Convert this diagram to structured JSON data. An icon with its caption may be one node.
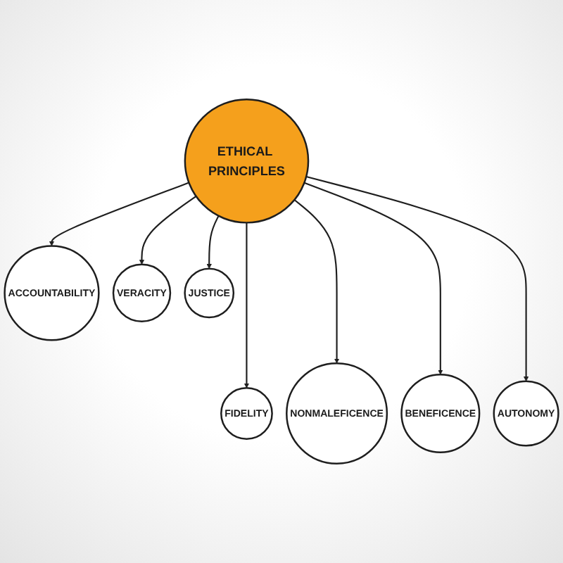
{
  "diagram": {
    "nodes": [
      {
        "text": [
          "ACCOUNTABILITY"
        ]
      },
      {
        "text": [
          "VERACITY"
        ]
      },
      {
        "text": [
          "JUSTICE"
        ]
      },
      {
        "text": [
          "ETHICAL PRINCIPLES"
        ]
      },
      {
        "text": [
          "FIDELITY"
        ]
      },
      {
        "text": [
          "NONMALEFICENCE"
        ]
      },
      {
        "text": [
          "BENEFICENCE"
        ]
      },
      {
        "text": [
          "AUTONOMY"
        ]
      }
    ],
    "edges": [
      {
        "from": 3,
        "to": 0,
        "arrow": "to"
      },
      {
        "from": 3,
        "to": 1,
        "arrow": "to"
      },
      {
        "from": 3,
        "to": 2,
        "arrow": "to"
      },
      {
        "from": 3,
        "to": 4,
        "arrow": "to"
      },
      {
        "from": 3,
        "to": 5,
        "arrow": "to"
      },
      {
        "from": 3,
        "to": 6,
        "arrow": "to"
      },
      {
        "from": 3,
        "to": 7,
        "arrow": "to"
      }
    ]
  }
}
